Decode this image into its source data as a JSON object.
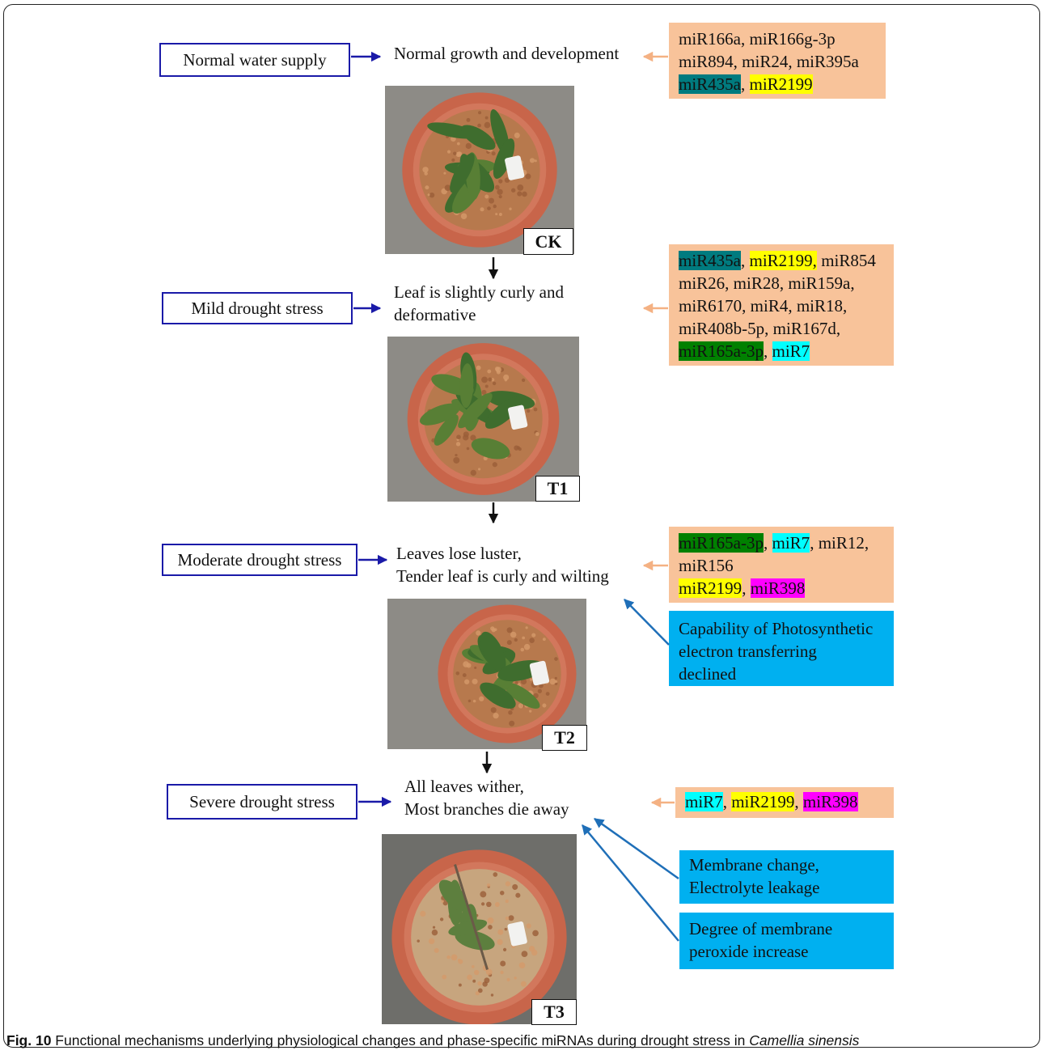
{
  "stages": [
    {
      "label": "Normal water supply",
      "description": [
        "Normal growth and development"
      ],
      "photo_label": "CK",
      "mirnas": [
        [
          {
            "t": "miR166a, miR166g-3p"
          }
        ],
        [
          {
            "t": "miR894, miR24, miR395a"
          }
        ],
        [
          {
            "t": "miR435a",
            "hl": "#007b7f"
          },
          {
            "t": ", "
          },
          {
            "t": "miR2199",
            "hl": "#ffff00"
          }
        ]
      ]
    },
    {
      "label": "Mild drought stress",
      "description": [
        "Leaf is slightly curly and",
        "deformative"
      ],
      "photo_label": "T1",
      "mirnas": [
        [
          {
            "t": "miR435a",
            "hl": "#007b7f"
          },
          {
            "t": ", "
          },
          {
            "t": "miR2199,",
            "hl": "#ffff00"
          },
          {
            "t": " miR854"
          }
        ],
        [
          {
            "t": "miR26, miR28, miR159a,"
          }
        ],
        [
          {
            "t": "miR6170, miR4, miR18,"
          }
        ],
        [
          {
            "t": "miR408b-5p, miR167d,"
          }
        ],
        [
          {
            "t": "miR165a-3p",
            "hl": "#008000"
          },
          {
            "t": ", "
          },
          {
            "t": "miR7",
            "hl": "#00ffff"
          }
        ]
      ]
    },
    {
      "label": "Moderate drought stress",
      "description": [
        "Leaves lose luster,",
        "Tender leaf is curly and wilting"
      ],
      "photo_label": "T2",
      "mirnas": [
        [
          {
            "t": "miR165a-3p",
            "hl": "#008000"
          },
          {
            "t": ", "
          },
          {
            "t": "miR7",
            "hl": "#00ffff"
          },
          {
            "t": ", miR12,"
          }
        ],
        [
          {
            "t": "miR156"
          }
        ],
        [
          {
            "t": "miR2199",
            "hl": "#ffff00"
          },
          {
            "t": ", "
          },
          {
            "t": "miR398",
            "hl": "#ff00ff"
          }
        ]
      ],
      "physiology": [
        [
          "Capability of Photosynthetic",
          "electron transferring",
          "declined"
        ]
      ]
    },
    {
      "label": "Severe drought stress",
      "description": [
        "All leaves wither,",
        "Most branches die away"
      ],
      "photo_label": "T3",
      "mirnas": [
        [
          {
            "t": "miR7",
            "hl": "#00ffff"
          },
          {
            "t": ", "
          },
          {
            "t": "miR2199",
            "hl": "#ffff00"
          },
          {
            "t": ", "
          },
          {
            "t": "miR398",
            "hl": "#ff00ff"
          }
        ]
      ],
      "physiology": [
        [
          "Membrane change,",
          "Electrolyte leakage"
        ],
        [
          "Degree of membrane",
          "peroxide increase"
        ]
      ]
    }
  ],
  "caption": {
    "prefix": "Fig. 10",
    "text": " Functional mechanisms underlying physiological changes and phase-specific miRNAs during drought stress in ",
    "species": "Camellia sinensis"
  },
  "colors": {
    "stage_border": "#1a1aa8",
    "mirna_box": "#f8c39a",
    "mirna_arrow": "#f4b183",
    "physiology_box": "#00b0f0",
    "physiology_arrow": "#1f6fb8"
  }
}
